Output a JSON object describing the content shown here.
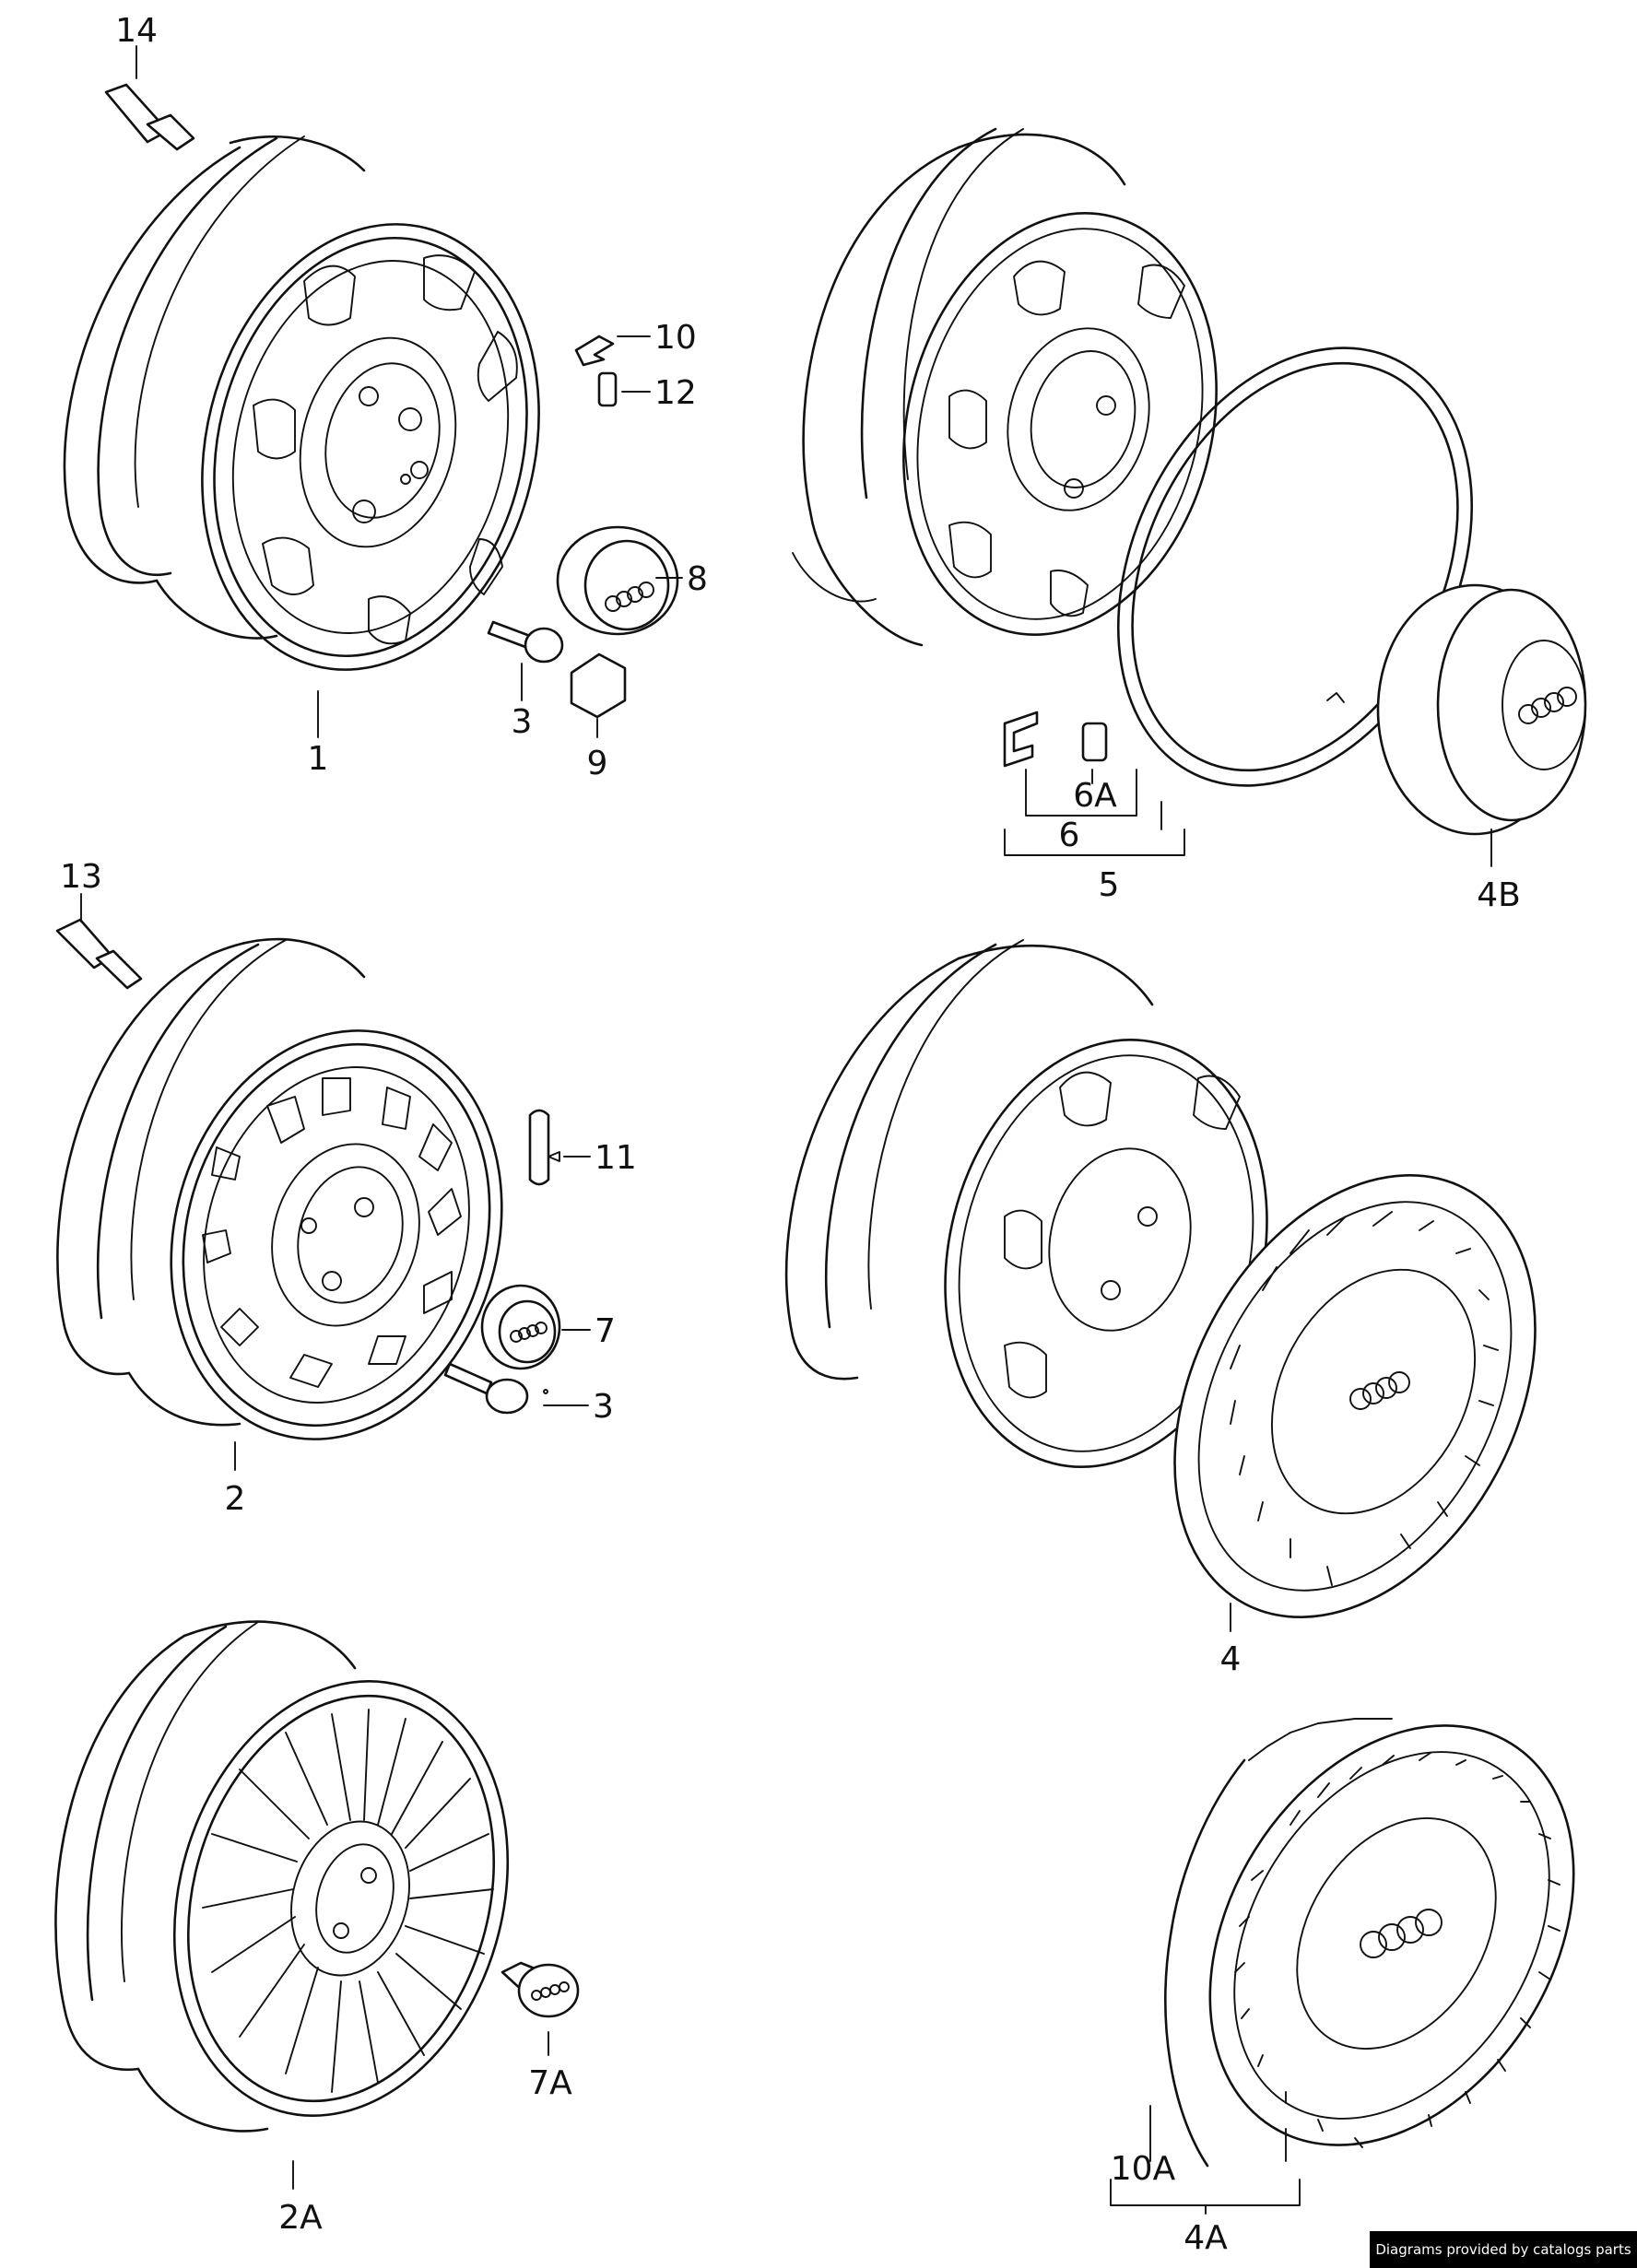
{
  "labels": {
    "p14": "14",
    "p10": "10",
    "p12": "12",
    "p8": "8",
    "p3a": "3",
    "p9": "9",
    "p1": "1",
    "p6a": "6A",
    "p6": "6",
    "p5": "5",
    "p4b": "4B",
    "p13": "13",
    "p11": "11",
    "p7": "7",
    "p3b": "3",
    "p2": "2",
    "p4": "4",
    "p7a": "7A",
    "p2a": "2A",
    "p10a": "10A",
    "p4a": "4A"
  },
  "footer": {
    "credit": "Diagrams provided by catalogs parts"
  }
}
